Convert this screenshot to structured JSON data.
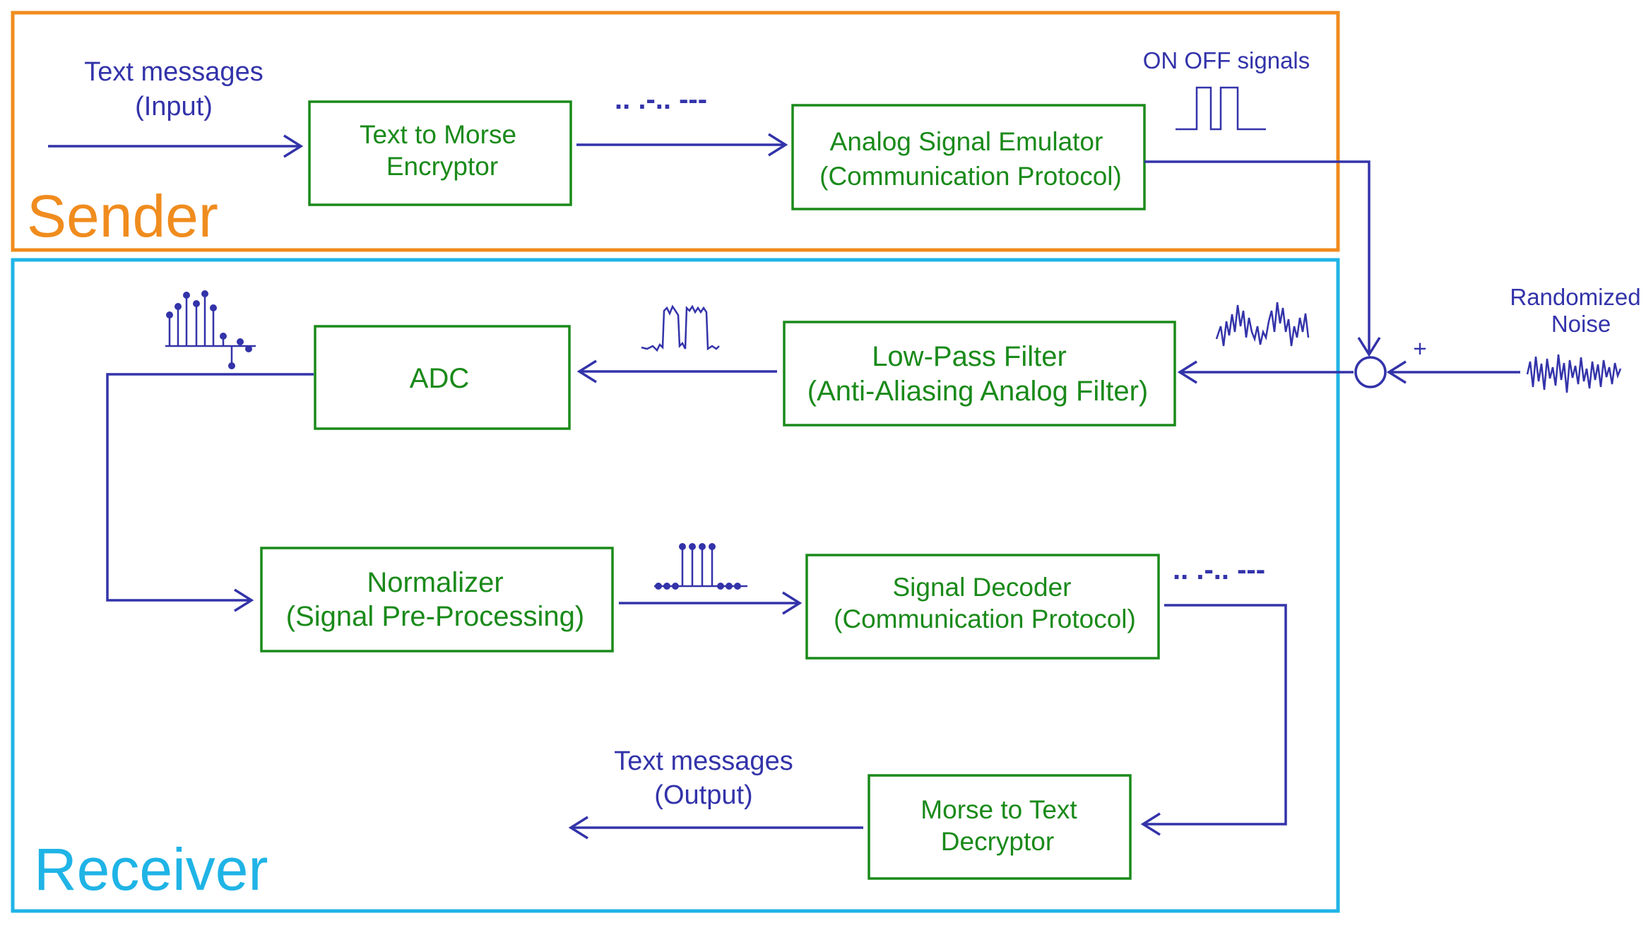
{
  "colors": {
    "sender": "#f08c1e",
    "receiver": "#1fb4e6",
    "block": "#1a8a1a",
    "signal": "#3333aa"
  },
  "sections": {
    "sender_label": "Sender",
    "receiver_label": "Receiver"
  },
  "labels": {
    "input_line1": "Text messages",
    "input_line2": "(Input)",
    "output_line1": "Text messages",
    "output_line2": "(Output)",
    "onoff": "ON OFF signals",
    "noise_line1": "Randomized",
    "noise_line2": "Noise",
    "plus": "+",
    "morse_sender": "..  .-..  ---",
    "morse_receiver": "..  .-..  ---"
  },
  "blocks": {
    "text_to_morse": {
      "line1": "Text to Morse",
      "line2": "Encryptor"
    },
    "analog_emulator": {
      "line1": "Analog Signal Emulator",
      "line2": "(Communication Protocol)"
    },
    "lowpass": {
      "line1": "Low-Pass Filter",
      "line2": "(Anti-Aliasing Analog Filter)"
    },
    "adc": {
      "line1": "ADC"
    },
    "normalizer": {
      "line1": "Normalizer",
      "line2": "(Signal Pre-Processing)"
    },
    "decoder": {
      "line1": "Signal Decoder",
      "line2": "(Communication Protocol)"
    },
    "morse_to_text": {
      "line1": "Morse to Text",
      "line2": "Decryptor"
    }
  }
}
